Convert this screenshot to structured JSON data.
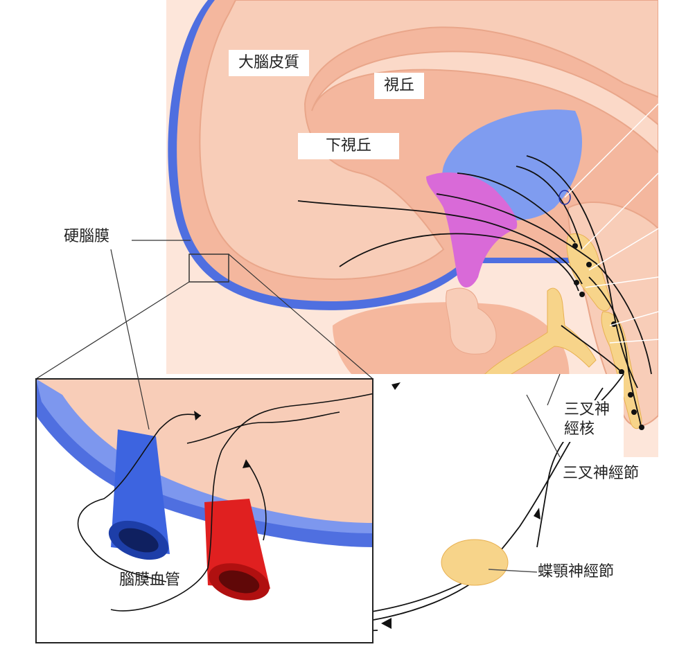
{
  "labels": {
    "cerebral_cortex": "大腦皮質",
    "thalamus": "視丘",
    "hypothalamus": "下視丘",
    "dura_mater": "硬腦膜",
    "trigeminal_nucleus_line1": "三叉神",
    "trigeminal_nucleus_line2": "經核",
    "trigeminal_ganglion": "三叉神經節",
    "sphenopalatine_ganglion": "蝶顎神經節",
    "meningeal_vessels": "腦膜血管"
  },
  "colors": {
    "brain": "#f6c2a8",
    "brain_dark": "#e9a68a",
    "dura": "#5577e0",
    "thalamus": "#7f9cf0",
    "hypothalamus": "#d96ad8",
    "nerve": "#f7d48a",
    "artery": "#e02020",
    "vein": "#3d64e0"
  }
}
